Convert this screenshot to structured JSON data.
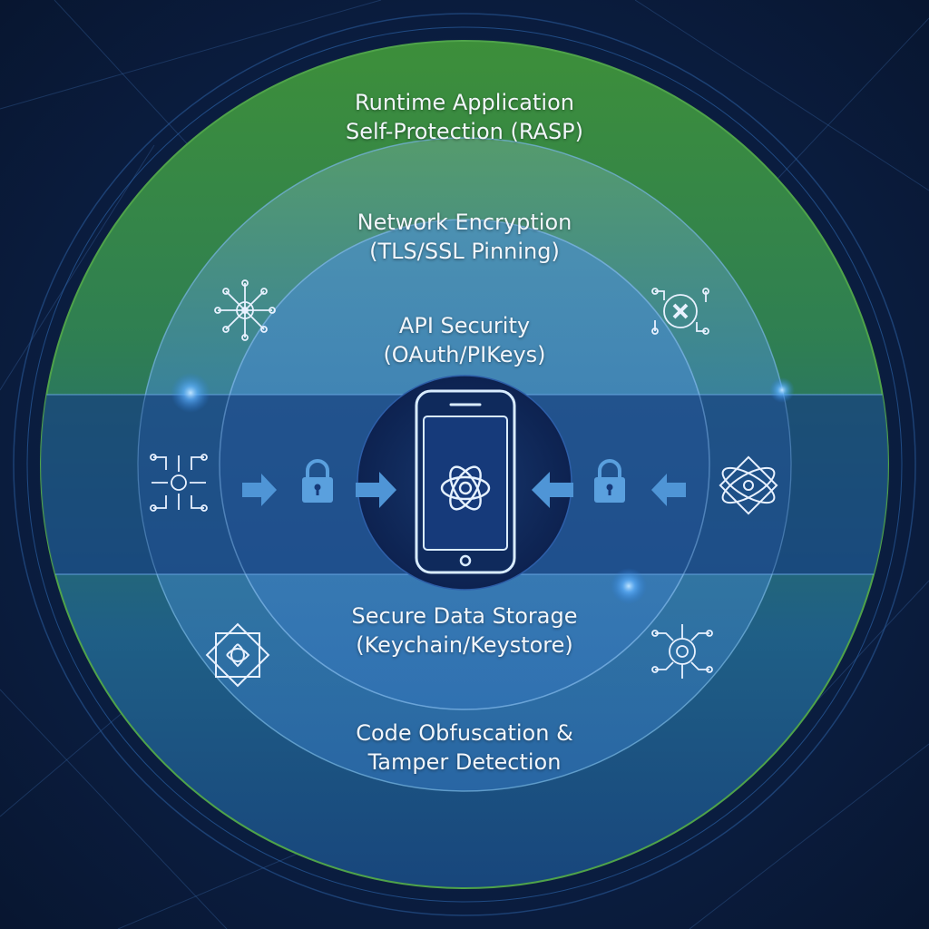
{
  "layers": [
    {
      "id": "rasp",
      "line1": "Runtime Application",
      "line2": "Self-Protection (RASP)"
    },
    {
      "id": "network",
      "line1": "Network Encryption",
      "line2": "(TLS/SSL Pinning)"
    },
    {
      "id": "api",
      "line1": "API Security",
      "line2": "(OAuth/PIKeys)"
    },
    {
      "id": "storage",
      "line1": "Secure Data Storage",
      "line2": "(Keychain/Keystore)"
    },
    {
      "id": "obfuscation",
      "line1": "Code Obfuscation &",
      "line2": "Tamper Detection"
    }
  ],
  "colors": {
    "background": "#0b1a33",
    "outer_ring": "#3b8a3e",
    "ring_blue": "#3a78c0",
    "band": "#16407e",
    "core": "#0e2452",
    "accent": "#7fb6e8",
    "text": "#f2f6fb"
  },
  "icons": {
    "phone": "smartphone-icon",
    "brain": "neural-knot-icon",
    "lock": "padlock-icon",
    "arrow": "arrow-icon",
    "circuit": "circuit-flower-icon"
  }
}
